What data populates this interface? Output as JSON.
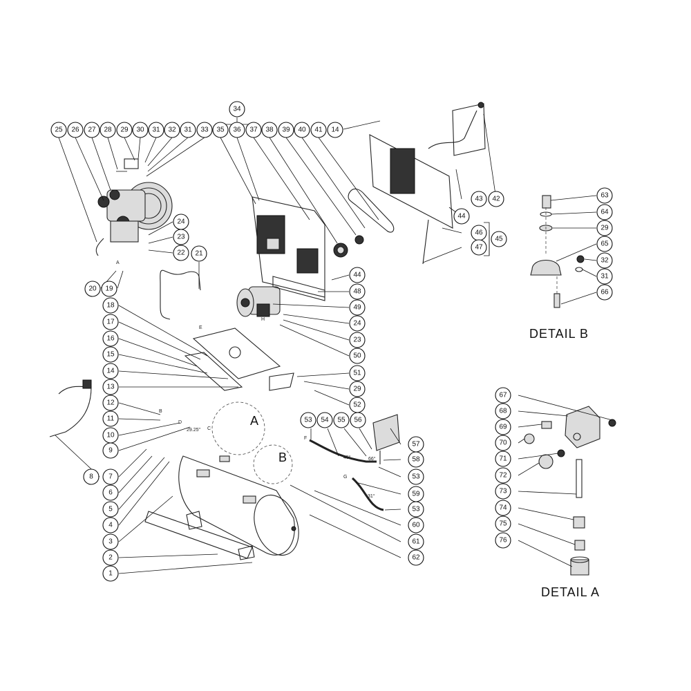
{
  "balloons": [
    {
      "label": "34"
    },
    {
      "label": "25"
    },
    {
      "label": "26"
    },
    {
      "label": "27"
    },
    {
      "label": "28"
    },
    {
      "label": "29"
    },
    {
      "label": "30"
    },
    {
      "label": "31"
    },
    {
      "label": "32"
    },
    {
      "label": "31"
    },
    {
      "label": "33"
    },
    {
      "label": "35"
    },
    {
      "label": "36"
    },
    {
      "label": "37"
    },
    {
      "label": "38"
    },
    {
      "label": "39"
    },
    {
      "label": "40"
    },
    {
      "label": "41"
    },
    {
      "label": "14"
    },
    {
      "label": "43"
    },
    {
      "label": "42"
    },
    {
      "label": "44"
    },
    {
      "label": "46"
    },
    {
      "label": "47"
    },
    {
      "label": "45"
    },
    {
      "label": "24"
    },
    {
      "label": "23"
    },
    {
      "label": "22"
    },
    {
      "label": "21"
    },
    {
      "label": "20"
    },
    {
      "label": "19"
    },
    {
      "label": "44"
    },
    {
      "label": "48"
    },
    {
      "label": "49"
    },
    {
      "label": "24"
    },
    {
      "label": "23"
    },
    {
      "label": "50"
    },
    {
      "label": "51"
    },
    {
      "label": "29"
    },
    {
      "label": "52"
    },
    {
      "label": "18"
    },
    {
      "label": "17"
    },
    {
      "label": "16"
    },
    {
      "label": "15"
    },
    {
      "label": "14"
    },
    {
      "label": "13"
    },
    {
      "label": "12"
    },
    {
      "label": "11"
    },
    {
      "label": "10"
    },
    {
      "label": "9"
    },
    {
      "label": "8"
    },
    {
      "label": "7"
    },
    {
      "label": "6"
    },
    {
      "label": "5"
    },
    {
      "label": "4"
    },
    {
      "label": "3"
    },
    {
      "label": "2"
    },
    {
      "label": "1"
    },
    {
      "label": "53"
    },
    {
      "label": "54"
    },
    {
      "label": "55"
    },
    {
      "label": "56"
    },
    {
      "label": "57"
    },
    {
      "label": "58"
    },
    {
      "label": "53"
    },
    {
      "label": "59"
    },
    {
      "label": "53"
    },
    {
      "label": "60"
    },
    {
      "label": "61"
    },
    {
      "label": "62"
    },
    {
      "label": "63"
    },
    {
      "label": "64"
    },
    {
      "label": "29"
    },
    {
      "label": "65"
    },
    {
      "label": "32"
    },
    {
      "label": "31"
    },
    {
      "label": "66"
    },
    {
      "label": "67"
    },
    {
      "label": "68"
    },
    {
      "label": "69"
    },
    {
      "label": "70"
    },
    {
      "label": "71"
    },
    {
      "label": "72"
    },
    {
      "label": "73"
    },
    {
      "label": "74"
    },
    {
      "label": "75"
    },
    {
      "label": "76"
    }
  ],
  "annotations": {
    "dim_29_25": "29.25\"",
    "dim_45": "45°",
    "dim_66": "66°",
    "dim_31": "31°",
    "callout_a": "A",
    "callout_b": "B",
    "pt_a": "A",
    "pt_b": "B",
    "pt_c": "C",
    "pt_d": "D",
    "pt_e": "E",
    "pt_f": "F",
    "pt_g": "G",
    "pt_h": "H"
  },
  "details": {
    "detail_a": "DETAIL  A",
    "detail_b": "DETAIL  B"
  }
}
